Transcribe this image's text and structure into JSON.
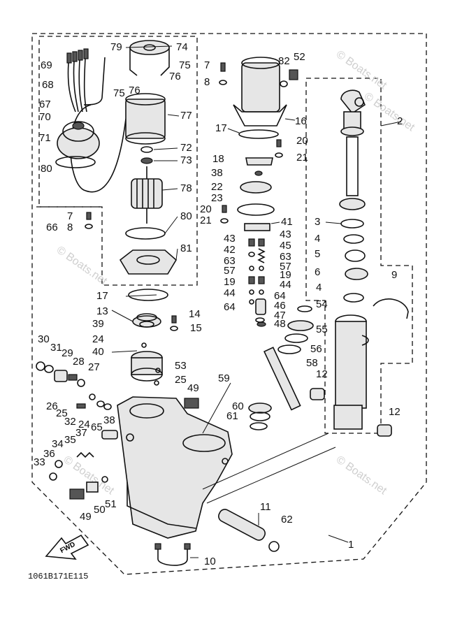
{
  "diagram_code": "1061B171E115",
  "watermark": "© Boats.net",
  "fwd_label": "FWD",
  "callouts": [
    "1",
    "2",
    "3",
    "4",
    "5",
    "6",
    "7",
    "8",
    "9",
    "10",
    "11",
    "12",
    "13",
    "14",
    "15",
    "16",
    "17",
    "18",
    "19",
    "20",
    "21",
    "22",
    "23",
    "24",
    "25",
    "26",
    "27",
    "28",
    "29",
    "30",
    "31",
    "32",
    "33",
    "34",
    "35",
    "36",
    "37",
    "38",
    "39",
    "40",
    "41",
    "42",
    "43",
    "44",
    "45",
    "46",
    "47",
    "48",
    "49",
    "50",
    "51",
    "52",
    "53",
    "54",
    "55",
    "56",
    "57",
    "58",
    "59",
    "60",
    "61",
    "62",
    "63",
    "64",
    "65",
    "66",
    "67",
    "68",
    "69",
    "70",
    "71",
    "72",
    "73",
    "74",
    "75",
    "76",
    "77",
    "78",
    "79",
    "80",
    "81",
    "82"
  ]
}
